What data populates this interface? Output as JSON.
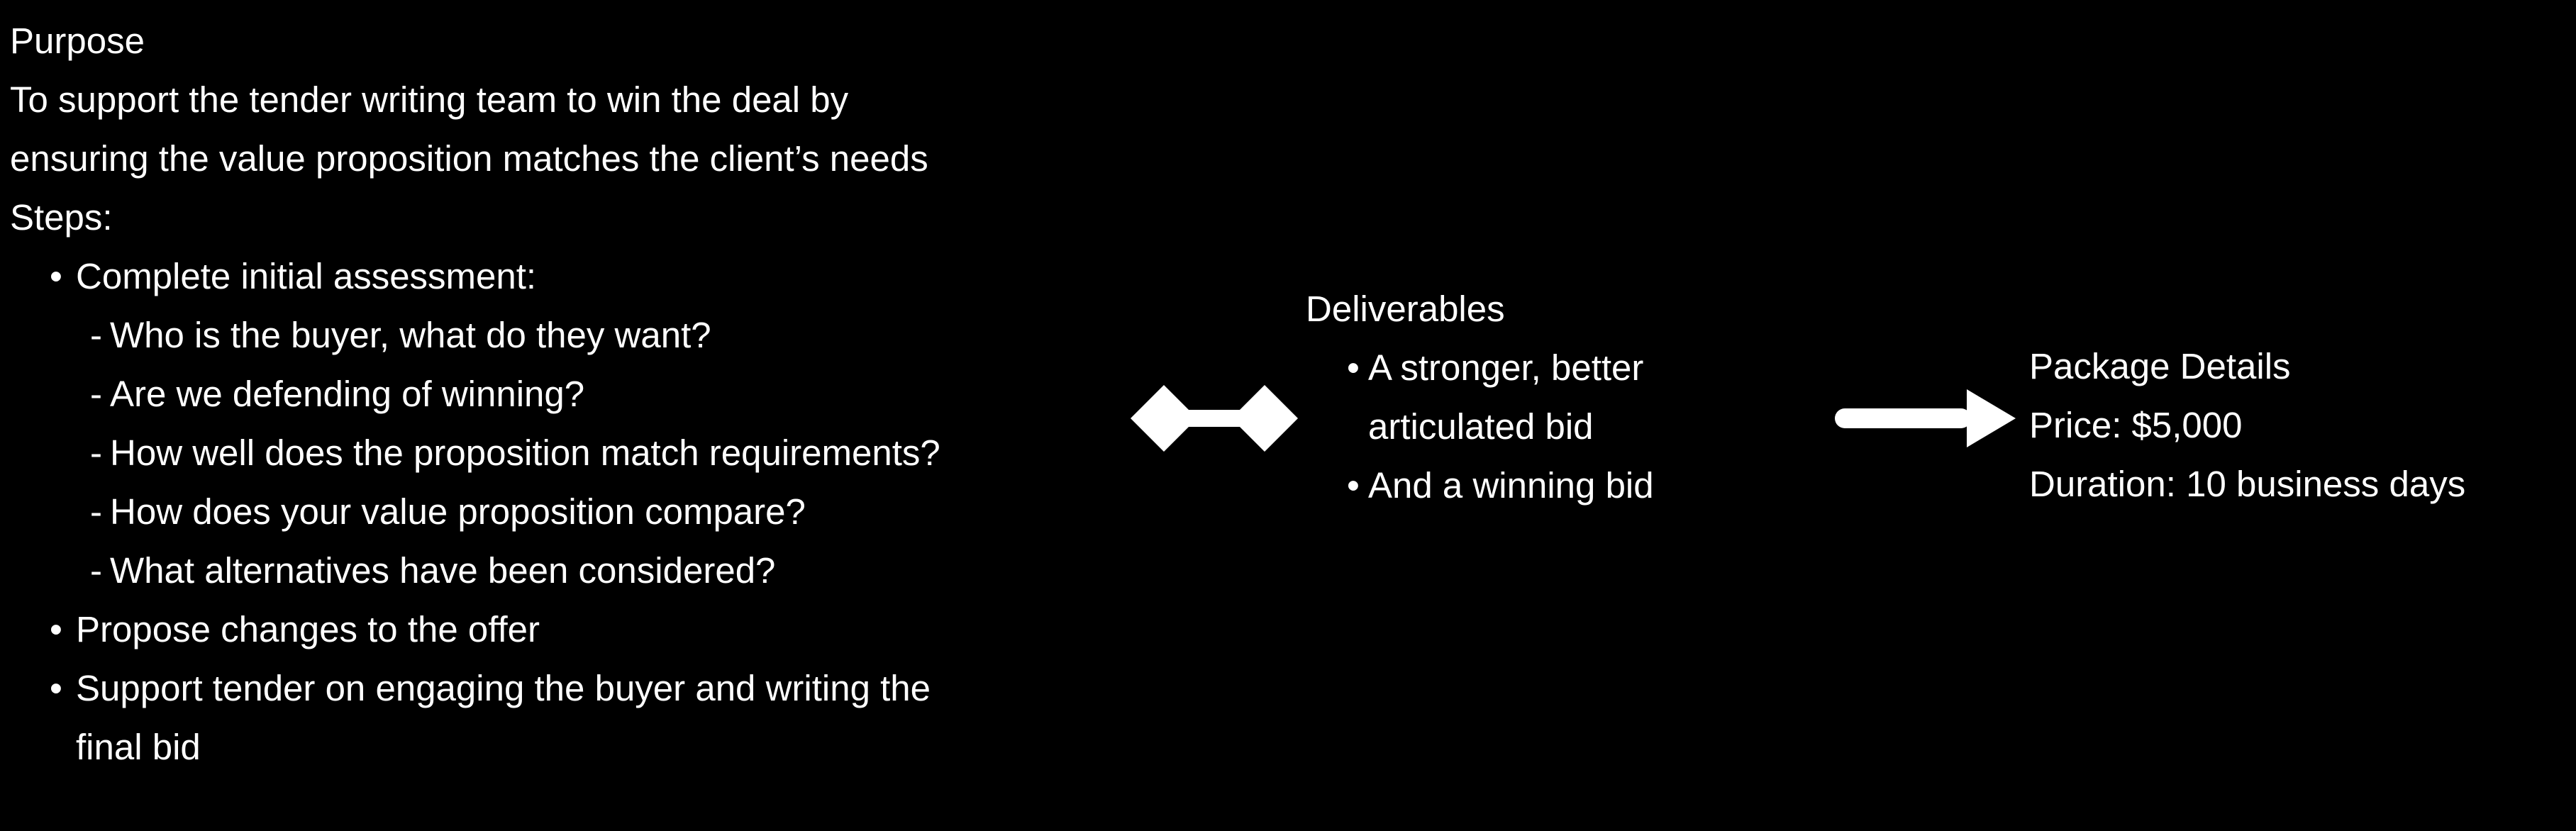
{
  "colors": {
    "background": "#000000",
    "foreground": "#ffffff"
  },
  "purpose": {
    "title": "Purpose",
    "description_lines": [
      "To support the tender writing team to win the deal by",
      "ensuring the value proposition matches the client’s needs"
    ],
    "steps_label": "Steps:",
    "bullet_char": "•",
    "dash_char": "-",
    "steps": [
      {
        "text_lines": [
          "Complete initial assessment:"
        ],
        "sub_items": [
          "Who is the buyer, what do they want?",
          "Are we defending of winning?",
          "How well does the proposition match requirements?",
          "How does your value proposition compare?",
          "What alternatives have been considered?"
        ]
      },
      {
        "text_lines": [
          "Propose changes to the offer"
        ],
        "sub_items": []
      },
      {
        "text_lines": [
          "Support tender on engaging the buyer and writing the",
          "final bid"
        ],
        "sub_items": []
      }
    ]
  },
  "deliverables": {
    "title": "Deliverables",
    "bullet_char": "•",
    "items": [
      {
        "lines": [
          "A stronger, better",
          "articulated bid"
        ]
      },
      {
        "lines": [
          "And a winning bid"
        ]
      }
    ]
  },
  "package": {
    "title": "Package Details",
    "lines": [
      "Price: $5,000",
      "Duration: 10 business days"
    ]
  },
  "icons": {
    "connector": "diamond-link-connector",
    "arrow": "right-arrow"
  }
}
